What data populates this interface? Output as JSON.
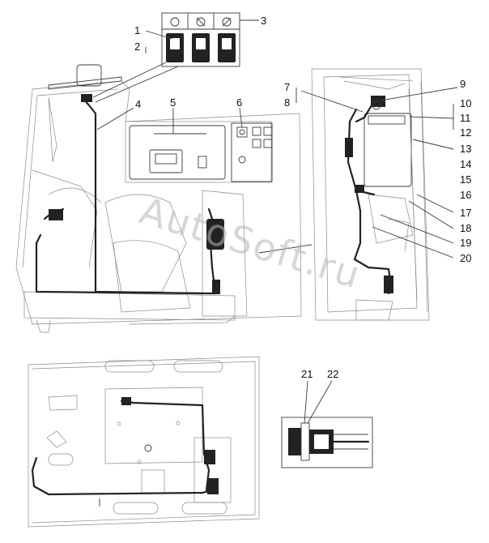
{
  "callouts": [
    {
      "id": "c1",
      "label": "1"
    },
    {
      "id": "c2",
      "label": "2"
    },
    {
      "id": "c3",
      "label": "3"
    },
    {
      "id": "c4",
      "label": "4"
    },
    {
      "id": "c5",
      "label": "5"
    },
    {
      "id": "c6",
      "label": "6"
    },
    {
      "id": "c7",
      "label": "7"
    },
    {
      "id": "c8",
      "label": "8"
    },
    {
      "id": "c9",
      "label": "9"
    },
    {
      "id": "c10",
      "label": "10"
    },
    {
      "id": "c11",
      "label": "11"
    },
    {
      "id": "c12",
      "label": "12"
    },
    {
      "id": "c13",
      "label": "13"
    },
    {
      "id": "c14",
      "label": "14"
    },
    {
      "id": "c15",
      "label": "15"
    },
    {
      "id": "c16",
      "label": "16"
    },
    {
      "id": "c17",
      "label": "17"
    },
    {
      "id": "c18",
      "label": "18"
    },
    {
      "id": "c19",
      "label": "19"
    },
    {
      "id": "c20",
      "label": "20"
    },
    {
      "id": "c21",
      "label": "21"
    },
    {
      "id": "c22",
      "label": "22"
    }
  ],
  "watermark": "AutoSoft.ru",
  "colors": {
    "line": "#3a3a3a",
    "harness": "#222222",
    "watermark": "#b5b5b5"
  }
}
